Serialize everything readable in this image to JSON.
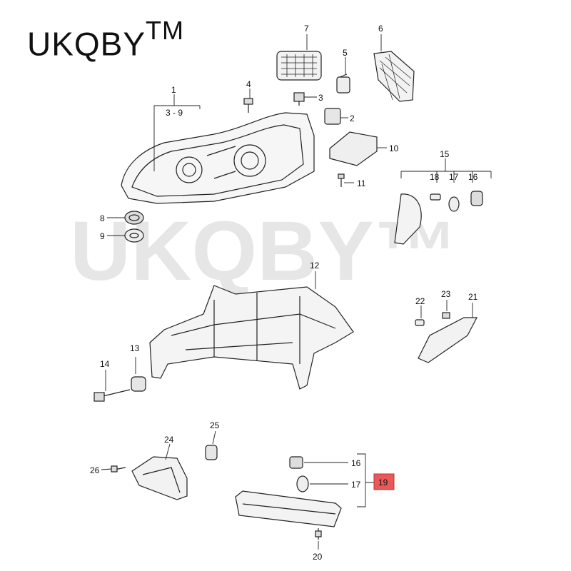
{
  "brand": {
    "name": "UKQBY",
    "tm": "TM"
  },
  "watermark": "UKQBY™",
  "highlight_color": "#e85a5a",
  "callouts": [
    {
      "id": "c1",
      "text": "1"
    },
    {
      "id": "c1r",
      "text": "3 - 9"
    },
    {
      "id": "c2",
      "text": "2"
    },
    {
      "id": "c3",
      "text": "3"
    },
    {
      "id": "c4",
      "text": "4"
    },
    {
      "id": "c5",
      "text": "5"
    },
    {
      "id": "c6",
      "text": "6"
    },
    {
      "id": "c7",
      "text": "7"
    },
    {
      "id": "c8",
      "text": "8"
    },
    {
      "id": "c9",
      "text": "9"
    },
    {
      "id": "c10",
      "text": "10"
    },
    {
      "id": "c11",
      "text": "11"
    },
    {
      "id": "c12",
      "text": "12"
    },
    {
      "id": "c13",
      "text": "13"
    },
    {
      "id": "c14",
      "text": "14"
    },
    {
      "id": "c15",
      "text": "15"
    },
    {
      "id": "c16a",
      "text": "16"
    },
    {
      "id": "c17a",
      "text": "17"
    },
    {
      "id": "c18",
      "text": "18"
    },
    {
      "id": "c21",
      "text": "21"
    },
    {
      "id": "c22",
      "text": "22"
    },
    {
      "id": "c23",
      "text": "23"
    },
    {
      "id": "c24",
      "text": "24"
    },
    {
      "id": "c25",
      "text": "25"
    },
    {
      "id": "c26",
      "text": "26"
    },
    {
      "id": "c16b",
      "text": "16"
    },
    {
      "id": "c17b",
      "text": "17"
    },
    {
      "id": "c19",
      "text": "19"
    },
    {
      "id": "c20",
      "text": "20"
    }
  ]
}
